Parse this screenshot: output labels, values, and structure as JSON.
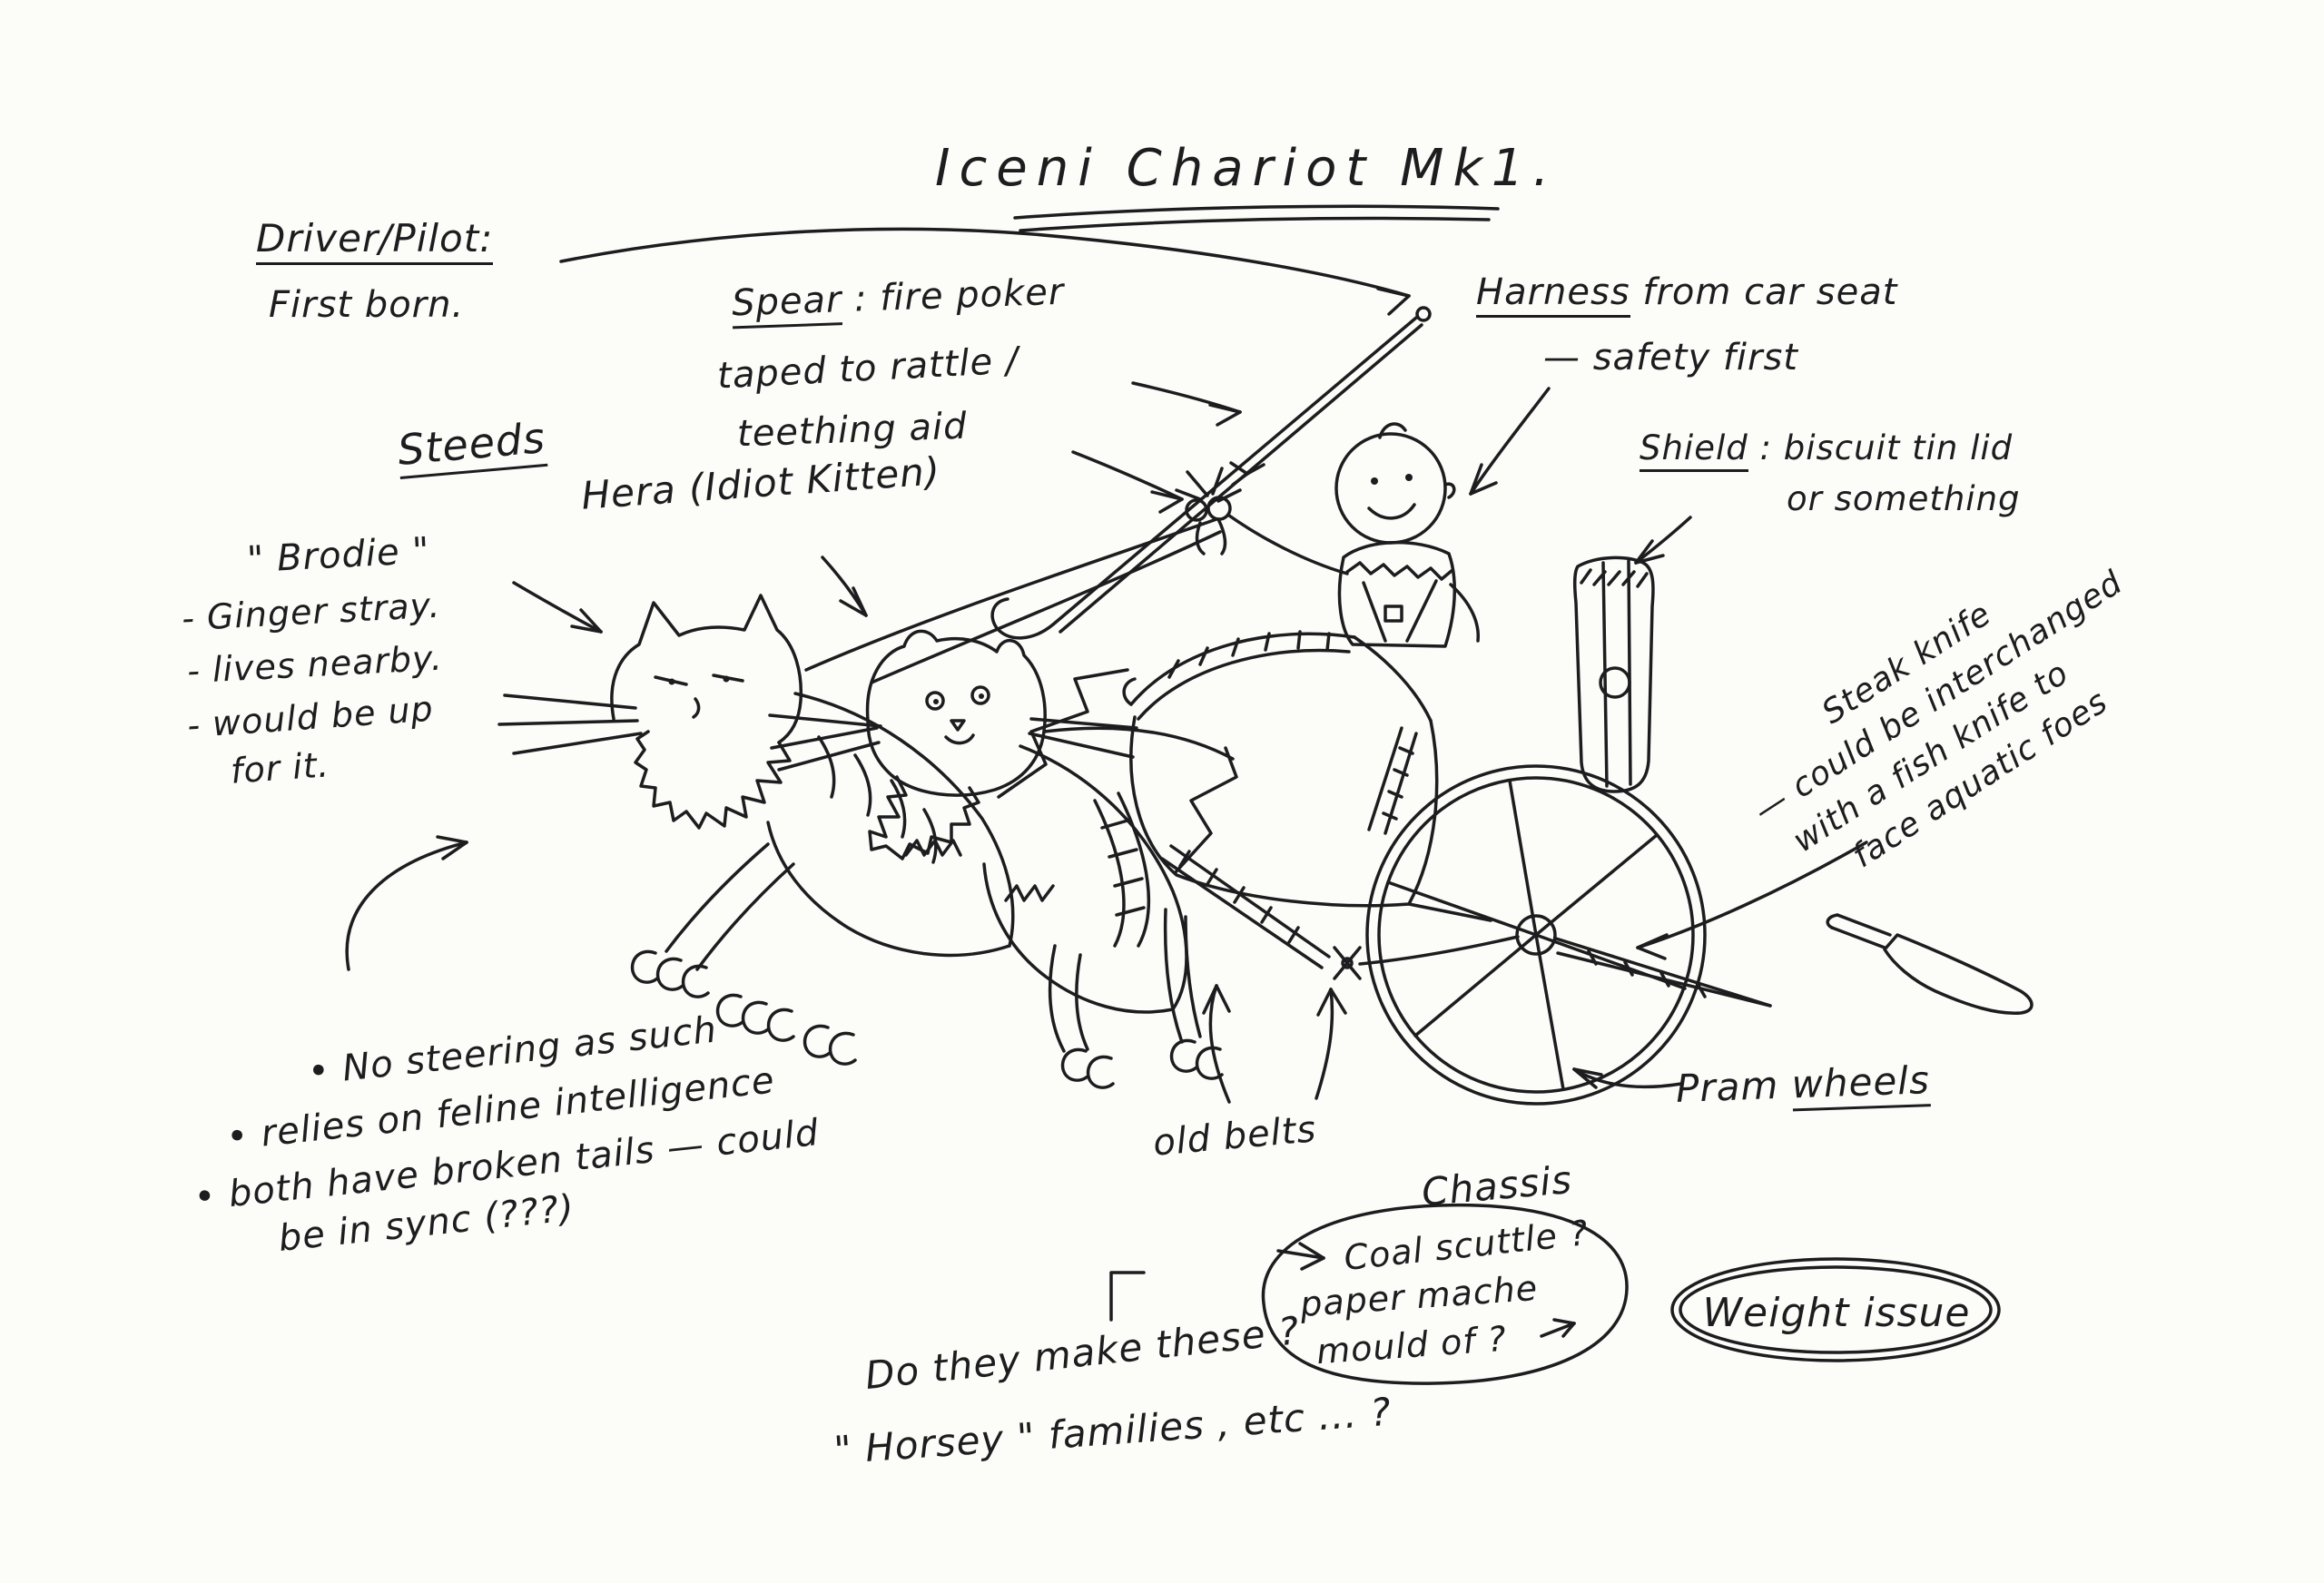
{
  "title": "Iceni Chariot Mk1.",
  "annotations": {
    "driver": {
      "heading": "Driver/Pilot:",
      "body": "First born."
    },
    "spear": {
      "heading": "Spear",
      "rest": " : fire poker",
      "line2": "taped to rattle /",
      "line3": "teething aid"
    },
    "harness": {
      "heading": "Harness",
      "rest": " from car seat",
      "line2": "— safety first"
    },
    "shield": {
      "heading": "Shield",
      "rest": " : biscuit tin lid",
      "line2": "or something"
    },
    "steeds_heading": "Steeds",
    "hera_label": "Hera (Idiot Kitten)",
    "brodie": {
      "name": "\" Brodie \"",
      "lines": [
        "- Ginger stray.",
        "- lives nearby.",
        "- would be up",
        "for it."
      ]
    },
    "steak_knife": {
      "lines": [
        "Steak knife",
        "— could be interchanged",
        "with a fish knife to",
        "face aquatic foes"
      ]
    },
    "pram_wheels": {
      "prefix": "Pram ",
      "word": "wheels"
    },
    "old_belts": "old belts",
    "steering": {
      "lines": [
        "• No steering as such",
        "• relies on feline intelligence",
        "• both have broken tails — could",
        "be in sync (???)"
      ]
    },
    "chassis": {
      "heading": "Chassis",
      "lines": [
        "Coal scuttle ?",
        "paper mache",
        "mould of ?"
      ]
    },
    "horsey": {
      "lines": [
        "Do they make these ?",
        "\" Horsey \" families , etc ... ?"
      ]
    },
    "weight_issue": "Weight issue"
  },
  "drawing": {
    "parts": [
      "cat-brodie",
      "cat-hera",
      "baby-driver",
      "chariot",
      "spear-fire-poker",
      "rattle",
      "shield",
      "pram-wheel",
      "axle-blade",
      "steak-knife",
      "belt-strap",
      "reins",
      "paw-curls",
      "chassis-bubble",
      "weight-oval",
      "annotation-arrows"
    ]
  }
}
